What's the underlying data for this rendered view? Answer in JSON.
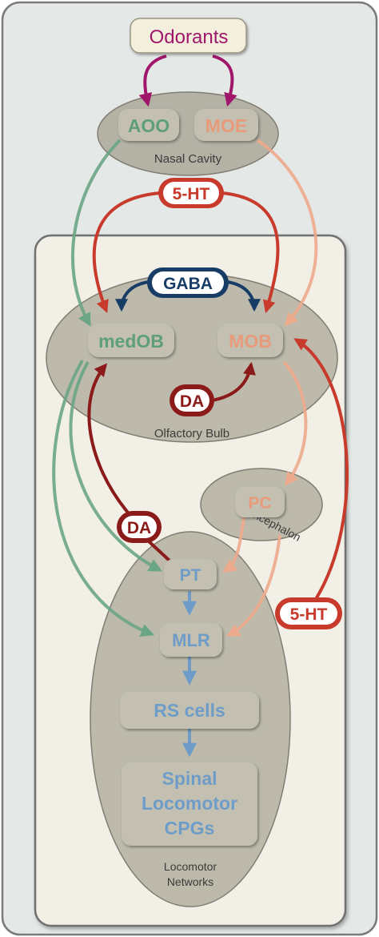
{
  "inputs": {
    "odorants": "Odorants"
  },
  "regions": {
    "nasal_cavity": "Nasal Cavity",
    "olfactory_bulb": "Olfactory Bulb",
    "telencephalon": "Telencephalon",
    "locomotor_networks_line1": "Locomotor",
    "locomotor_networks_line2": "Networks"
  },
  "nodes": {
    "aoo": "AOO",
    "moe": "MOE",
    "medob": "medOB",
    "mob": "MOB",
    "pc": "PC",
    "pt": "PT",
    "mlr": "MLR",
    "rs_cells": "RS cells",
    "spinal_line1": "Spinal",
    "spinal_line2": "Locomotor",
    "spinal_line3": "CPGs"
  },
  "modulators": {
    "serotonin_top": "5-HT",
    "gaba": "GABA",
    "dopamine_ob": "DA",
    "dopamine_pt": "DA",
    "serotonin_side": "5-HT"
  },
  "colors": {
    "odorant_magenta": "#a0166a",
    "aoo_green": "#5f9e7a",
    "moe_salmon": "#e89a7a",
    "serotonin_red": "#c83a2c",
    "gaba_navy": "#173c66",
    "dopamine_darkred": "#8b1a1a",
    "locomotor_blue": "#6e9cc8"
  }
}
